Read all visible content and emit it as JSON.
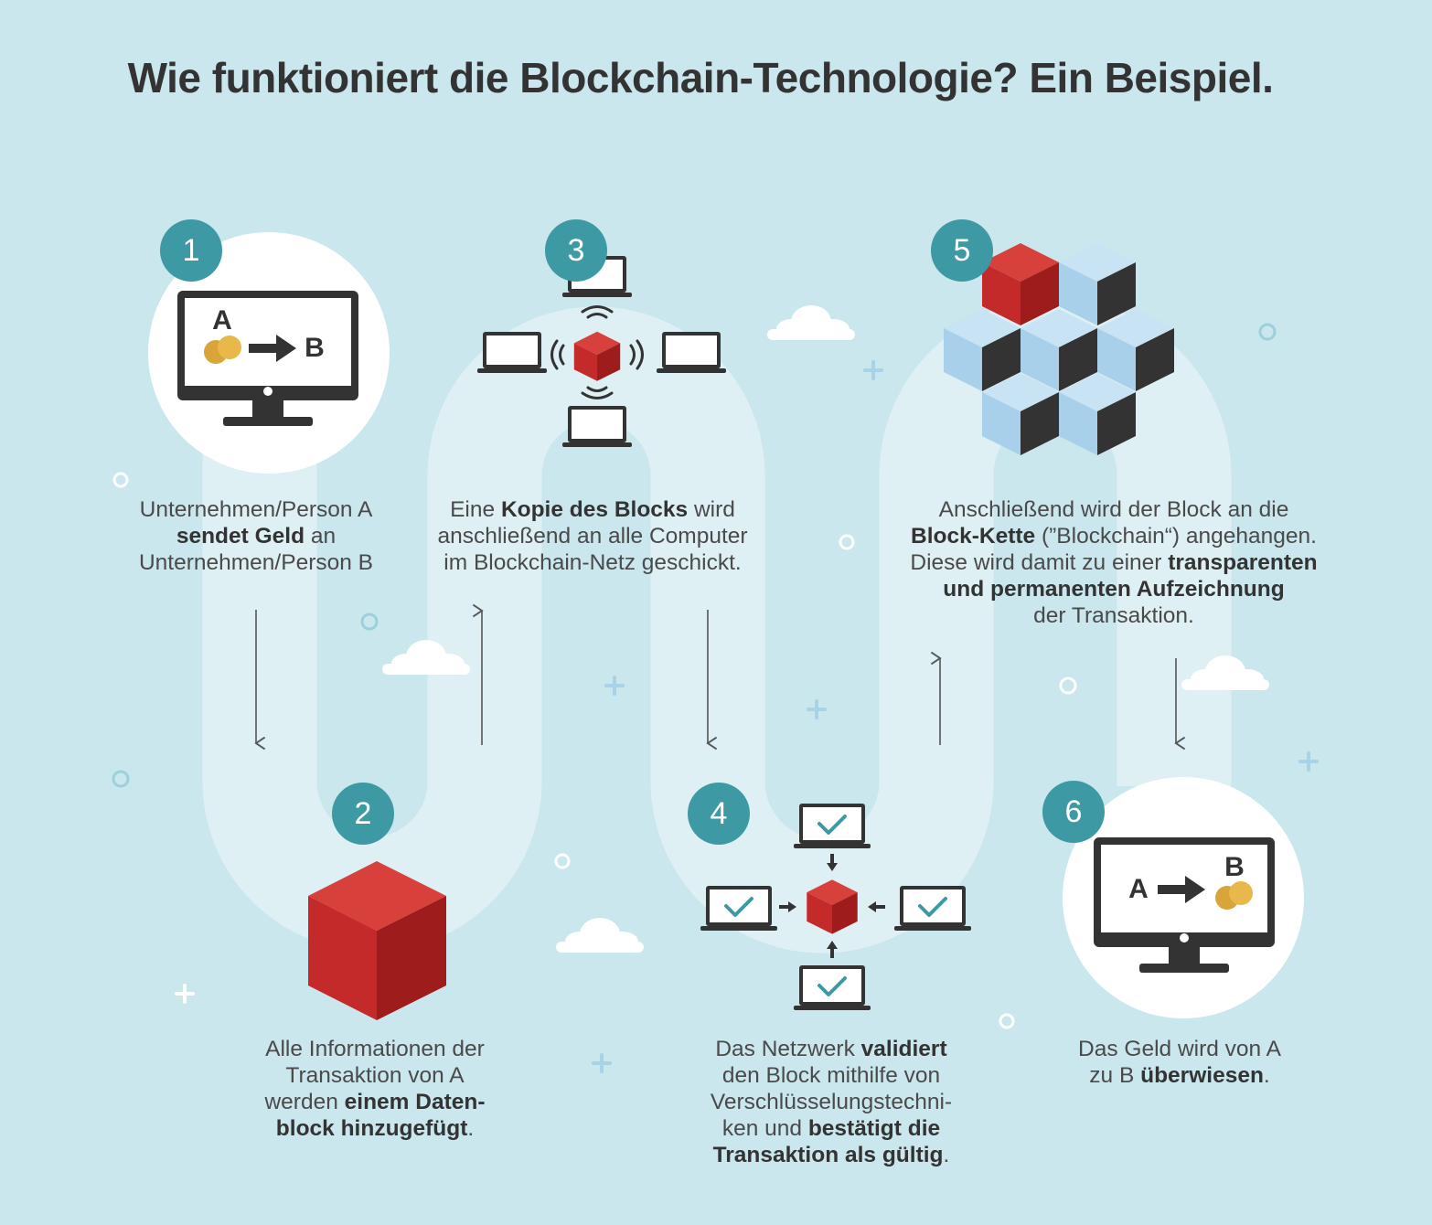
{
  "title": "Wie funktioniert die Blockchain-Technologie? Ein Beispiel.",
  "colors": {
    "background": "#c9e7ec",
    "path": "#dff0f3",
    "teal": "#3d99a3",
    "red": "#c42a2a",
    "dark": "#333333",
    "blue": "#a8d0ea",
    "coin": "#e8b84a"
  },
  "steps": [
    {
      "num": "1",
      "parts": [
        {
          "text": "Unternehmen/Person A",
          "bold": false
        },
        {
          "text": "\n",
          "bold": false
        },
        {
          "text": "sendet Geld",
          "bold": true
        },
        {
          "text": " an",
          "bold": false
        },
        {
          "text": "\n",
          "bold": false
        },
        {
          "text": "Unternehmen/Person B",
          "bold": false
        }
      ]
    },
    {
      "num": "2",
      "parts": [
        {
          "text": "Alle Informationen der",
          "bold": false
        },
        {
          "text": "\n",
          "bold": false
        },
        {
          "text": "Transaktion von A",
          "bold": false
        },
        {
          "text": "\n",
          "bold": false
        },
        {
          "text": "werden ",
          "bold": false
        },
        {
          "text": "einem Daten-",
          "bold": true
        },
        {
          "text": "\n",
          "bold": false
        },
        {
          "text": "block hinzugefügt",
          "bold": true
        },
        {
          "text": ".",
          "bold": false
        }
      ]
    },
    {
      "num": "3",
      "parts": [
        {
          "text": "Eine ",
          "bold": false
        },
        {
          "text": "Kopie des Blocks",
          "bold": true
        },
        {
          "text": " wird",
          "bold": false
        },
        {
          "text": "\n",
          "bold": false
        },
        {
          "text": "anschließend an alle Computer",
          "bold": false
        },
        {
          "text": "\n",
          "bold": false
        },
        {
          "text": "im Blockchain-Netz geschickt.",
          "bold": false
        }
      ]
    },
    {
      "num": "4",
      "parts": [
        {
          "text": "Das Netzwerk ",
          "bold": false
        },
        {
          "text": "validiert",
          "bold": true
        },
        {
          "text": "\n",
          "bold": false
        },
        {
          "text": "den Block mithilfe von",
          "bold": false
        },
        {
          "text": "\n",
          "bold": false
        },
        {
          "text": "Verschlüsselungstechni-",
          "bold": false
        },
        {
          "text": "\n",
          "bold": false
        },
        {
          "text": "ken und ",
          "bold": false
        },
        {
          "text": "bestätigt die",
          "bold": true
        },
        {
          "text": "\n",
          "bold": false
        },
        {
          "text": "Transaktion als gültig",
          "bold": true
        },
        {
          "text": ".",
          "bold": false
        }
      ]
    },
    {
      "num": "5",
      "parts": [
        {
          "text": "Anschließend wird der Block an die",
          "bold": false
        },
        {
          "text": "\n",
          "bold": false
        },
        {
          "text": "Block-Kette",
          "bold": true
        },
        {
          "text": " (”Blockchain“) angehangen.",
          "bold": false
        },
        {
          "text": "\n",
          "bold": false
        },
        {
          "text": "Diese wird damit zu einer ",
          "bold": false
        },
        {
          "text": "transparenten",
          "bold": true
        },
        {
          "text": "\n",
          "bold": false
        },
        {
          "text": "und permanenten Aufzeichnung",
          "bold": true
        },
        {
          "text": "\n",
          "bold": false
        },
        {
          "text": "der Transaktion.",
          "bold": false
        }
      ]
    },
    {
      "num": "6",
      "parts": [
        {
          "text": "Das Geld wird von A",
          "bold": false
        },
        {
          "text": "\n",
          "bold": false
        },
        {
          "text": "zu B ",
          "bold": false
        },
        {
          "text": "überwiesen",
          "bold": true
        },
        {
          "text": ".",
          "bold": false
        }
      ]
    }
  ],
  "monitor1": {
    "from": "A",
    "to": "B"
  },
  "monitor6": {
    "from": "A",
    "to": "B"
  }
}
